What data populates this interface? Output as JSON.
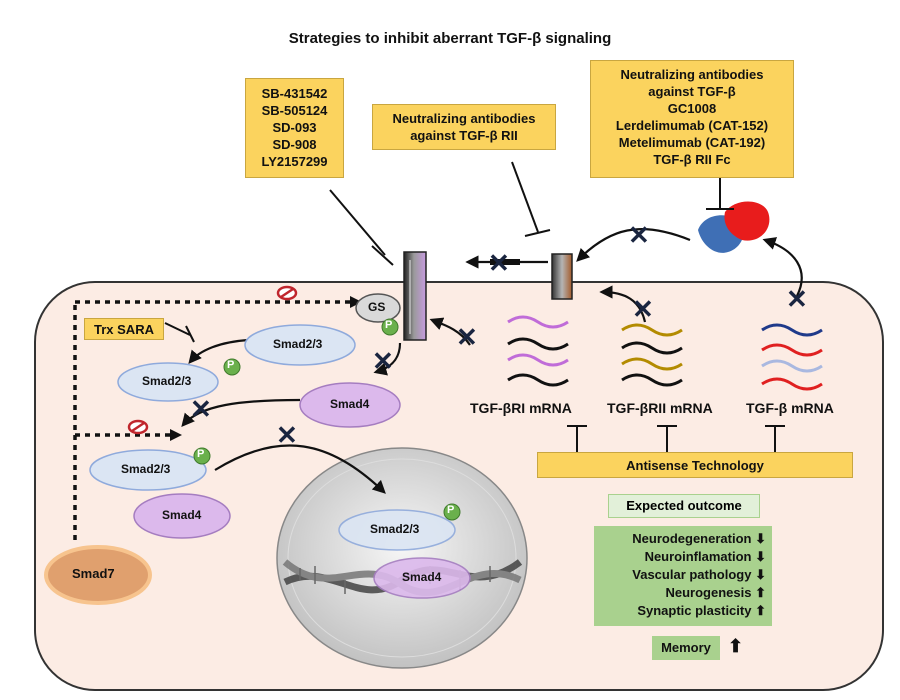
{
  "title": "Strategies to inhibit aberrant TGF-β signaling",
  "inhibitors_box": [
    "SB-431542",
    "SB-505124",
    "SD-093",
    "SD-908",
    "LY2157299"
  ],
  "receptor_antibody_box": [
    "Neutralizing antibodies",
    "against TGF-β RII"
  ],
  "ligand_antibody_box": [
    "Neutralizing antibodies",
    "against TGF-β",
    "GC1008",
    "Lerdelimumab (CAT-152)",
    "Metelimumab (CAT-192)",
    "TGF-β RII Fc"
  ],
  "trx_sara": "Trx SARA",
  "gs_label": "GS",
  "p_label": "P",
  "nodes": {
    "smad23_a": "Smad2/3",
    "smad23_b": "Smad2/3",
    "smad4_a": "Smad4",
    "smad23_c": "Smad2/3",
    "smad4_b": "Smad4",
    "smad7": "Smad7",
    "smad23_nuc": "Smad2/3",
    "smad4_nuc": "Smad4"
  },
  "mrna_labels": [
    "TGF-βRI mRNA",
    "TGF-βRII mRNA",
    "TGF-β mRNA"
  ],
  "antisense": "Antisense Technology",
  "expected_outcome": "Expected outcome",
  "outcomes": [
    {
      "text": "Neurodegeneration",
      "arrow": "⬇"
    },
    {
      "text": "Neuroinflamation",
      "arrow": "⬇"
    },
    {
      "text": "Vascular pathology",
      "arrow": "⬇"
    },
    {
      "text": "Neurogenesis",
      "arrow": "⬆"
    },
    {
      "text": "Synaptic plasticity",
      "arrow": "⬆"
    }
  ],
  "memory": {
    "text": "Memory",
    "arrow": "⬆"
  },
  "colors": {
    "box_yellow": "#fbd35e",
    "box_green": "#a9d18e",
    "cell_fill": "#fcece4",
    "smad4_purple": "#dcb9ec",
    "smad23_blue": "#dbe5f3",
    "smad7_orange": "#e0a06e",
    "p_green": "#6ab04c",
    "mrna_purple": "#c06cd8",
    "mrna_gold": "#b38b00",
    "mrna_red": "#e02020",
    "mrna_navy": "#1f3a8a"
  }
}
